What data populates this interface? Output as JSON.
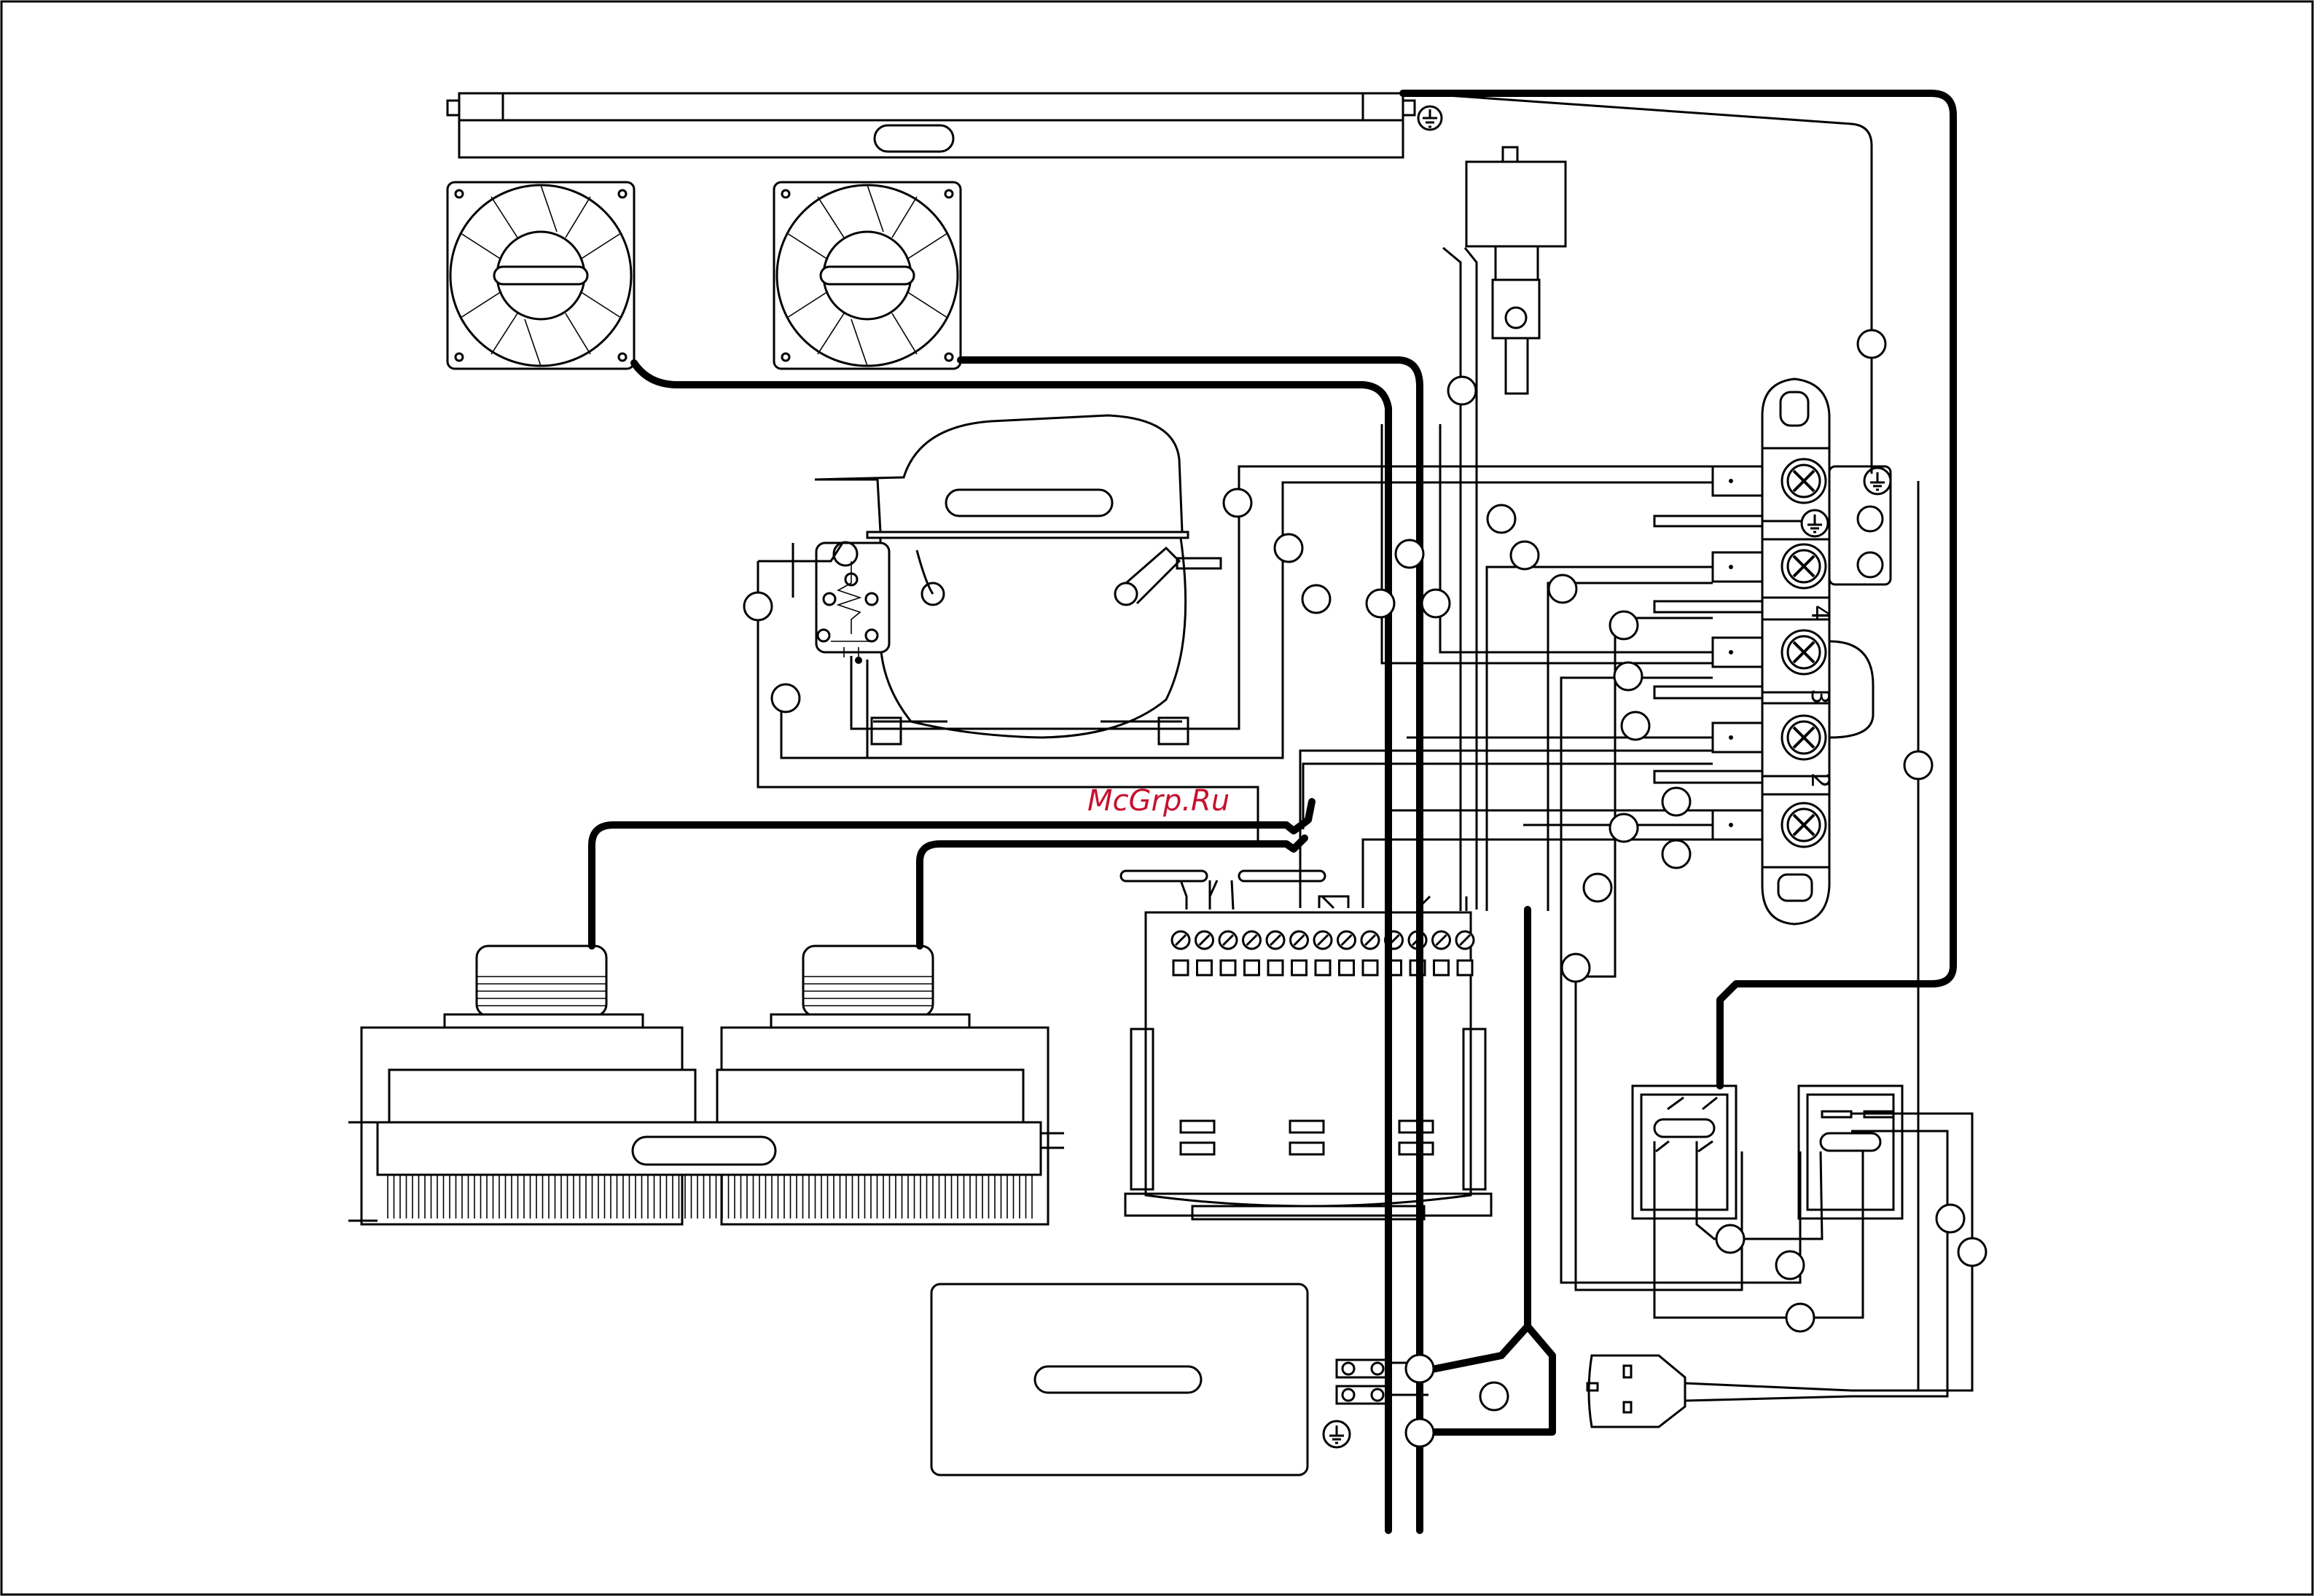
{
  "watermark": "McGrp.Ru",
  "terminal_labels": [
    "4",
    "3",
    "2"
  ],
  "colors": {
    "stroke": "#000000",
    "background": "#ffffff",
    "watermark": "#c8102e"
  }
}
